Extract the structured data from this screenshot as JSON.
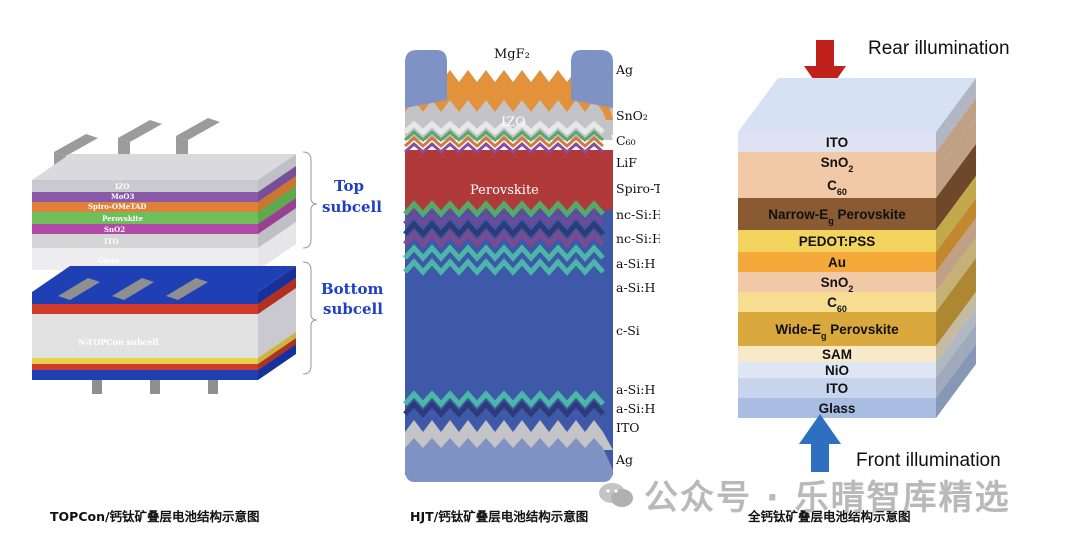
{
  "panel1": {
    "layers": [
      "IZO",
      "MoO3",
      "Spiro-OMeTAD",
      "Perovskite",
      "SnO2",
      "ITO",
      "Glass",
      "N-TOPCon subcell"
    ],
    "top_label": [
      "Top",
      "subcell"
    ],
    "bottom_label": [
      "Bottom",
      "subcell"
    ],
    "caption": "TOPCon/钙钛矿叠层电池结构示意图",
    "colors": {
      "izo": "#c9c9cf",
      "moo3": "#8a5aa8",
      "spiro": "#e0813b",
      "perovskite": "#6ebf5a",
      "sno2": "#b04aa6",
      "ito": "#d5d5d5",
      "silicon": "#e2e2e2",
      "blue": "#1f3fb5",
      "red": "#d23b2a",
      "yellow": "#e7d34a",
      "label": "#1e40c8"
    }
  },
  "panel2": {
    "top_label": "MgF₂",
    "inner_labels": {
      "izo": "IZO",
      "perovskite": "Perovskite"
    },
    "right_labels": [
      "Ag",
      "SnO₂",
      "C₆₀",
      "LiF",
      "Spiro-TTB",
      "nc-Si:H (p+)",
      "nc-Si:H (n+)",
      "a-Si:H (n)",
      "a-Si:H (i)",
      "c-Si",
      "a-Si:H (i)",
      "a-Si:H (p)",
      "ITO",
      "Ag"
    ],
    "caption": "HJT/钙钛矿叠层电池结构示意图",
    "colors": {
      "ag": "#7f92c4",
      "mgf2": "#e3923c",
      "izo": "#c4c4c8",
      "perovskite": "#b03a3a",
      "csi": "#3d59a8",
      "green": "#58a86b",
      "teal": "#4cb6a8",
      "purple": "#6b4a9a",
      "navy": "#2d3c78"
    }
  },
  "panel3": {
    "rear_label": "Rear illumination",
    "front_label": "Front illumination",
    "layers": [
      {
        "base": "ITO",
        "sub": "",
        "color": "#dde3f2"
      },
      {
        "base": "SnO",
        "sub": "2",
        "color": "#f1c9a6"
      },
      {
        "base": "C",
        "sub": "60",
        "color": "#f1c9a6"
      },
      {
        "base": "Narrow-E",
        "sub": "g",
        "tail": " Perovskite",
        "color": "#8a5a33"
      },
      {
        "base": "PEDOT:PSS",
        "sub": "",
        "color": "#f2d35d"
      },
      {
        "base": "Au",
        "sub": "",
        "color": "#f4a93a"
      },
      {
        "base": "SnO",
        "sub": "2",
        "color": "#f1c9a6"
      },
      {
        "base": "C",
        "sub": "60",
        "color": "#f6dd92"
      },
      {
        "base": "Wide-E",
        "sub": "g",
        "tail": " Perovskite",
        "color": "#d9a93e"
      },
      {
        "base": "SAM",
        "sub": "",
        "color": "#f8e9c9"
      },
      {
        "base": "NiO",
        "sub": "",
        "color": "#dfe6f3"
      },
      {
        "base": "ITO",
        "sub": "",
        "color": "#c7d4ec"
      },
      {
        "base": "Glass",
        "sub": "",
        "color": "#a9bde3"
      }
    ],
    "caption": "全钙钛矿叠层电池结构示意图",
    "colors": {
      "arrow_red": "#c0221b",
      "arrow_blue": "#2f6fc0"
    }
  },
  "watermark": "公众号 · 乐晴智库精选"
}
